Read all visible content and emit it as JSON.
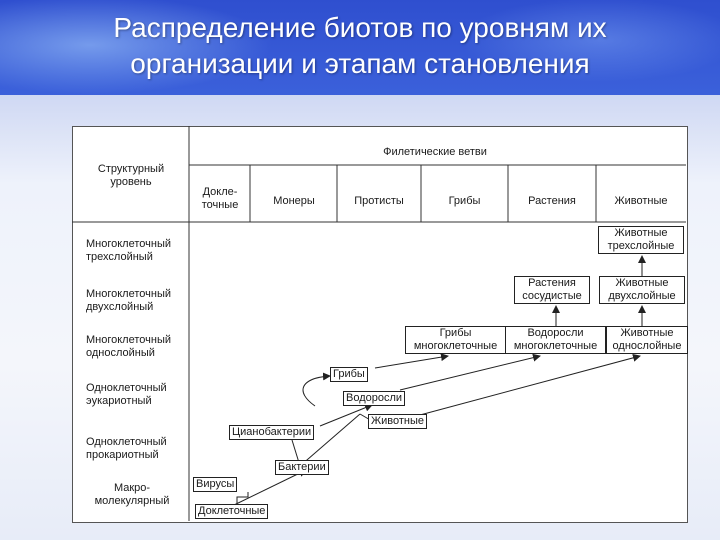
{
  "title": {
    "line1": "Распределение биотов по уровням их",
    "line2": "организации и этапам становления"
  },
  "header": {
    "branches_title": "Филетические ветви",
    "structural_level_line1": "Структурный",
    "structural_level_line2": "уровень"
  },
  "columns": [
    {
      "line1": "Докле-",
      "line2": "точные"
    },
    {
      "line1": "Монеры"
    },
    {
      "line1": "Протисты"
    },
    {
      "line1": "Грибы"
    },
    {
      "line1": "Растения"
    },
    {
      "line1": "Животные"
    }
  ],
  "rows": [
    {
      "line1": "Многоклеточный",
      "line2": "трехслойный"
    },
    {
      "line1": "Многоклеточный",
      "line2": "двухслойный"
    },
    {
      "line1": "Многоклеточный",
      "line2": "однослойный"
    },
    {
      "line1": "Одноклеточный",
      "line2": "эукариотный"
    },
    {
      "line1": "Одноклеточный",
      "line2": "прокариотный"
    },
    {
      "line1": "Макро-",
      "line2": "молекулярный"
    }
  ],
  "nodes": {
    "animals_triple": {
      "line1": "Животные",
      "line2": "трехслойные"
    },
    "plants_vascular": {
      "line1": "Растения",
      "line2": "сосудистые"
    },
    "animals_double": {
      "line1": "Животные",
      "line2": "двухслойные"
    },
    "fungi_multi": {
      "line1": "Грибы",
      "line2": "многоклеточные"
    },
    "algae_multi": {
      "line1": "Водоросли",
      "line2": "многоклеточные"
    },
    "animals_single": {
      "line1": "Животные",
      "line2": "однослойные"
    },
    "fungi": "Грибы",
    "algae": "Водоросли",
    "animals": "Животные",
    "cyanobacteria": "Цианобактерии",
    "bacteria": "Бактерии",
    "viruses": "Вирусы",
    "precellular": "Доклеточные"
  }
}
